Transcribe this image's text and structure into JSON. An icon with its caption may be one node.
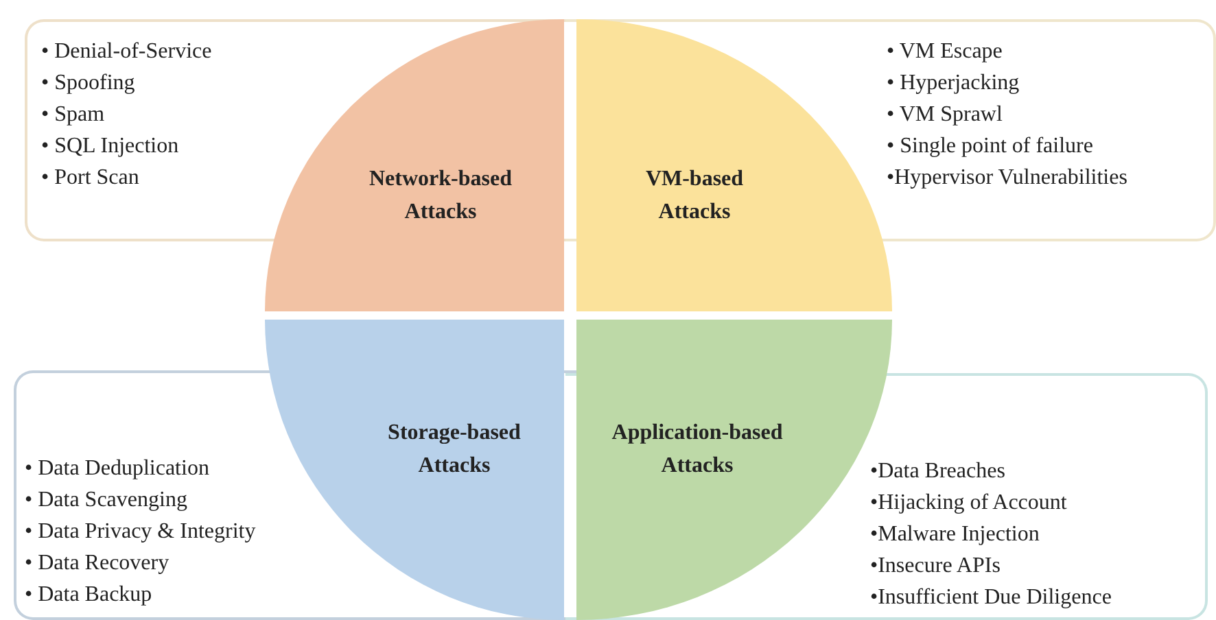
{
  "diagram": {
    "nodes": [
      {
        "text": [
          "• Denial-of-Service",
          "• Spoofing",
          "• Spam",
          "• SQL Injection",
          "• Port Scan"
        ]
      },
      {
        "text": [
          "Network-based Attacks"
        ]
      },
      {
        "text": [
          "VM-based Attacks"
        ]
      },
      {
        "text": [
          "• VM Escape",
          "• Hyperjacking",
          "• VM Sprawl",
          "• Single point of failure",
          "•Hypervisor Vulnerabilities"
        ]
      },
      {
        "text": [
          "Storage-based Attacks"
        ]
      },
      {
        "text": [
          "• Data Deduplication",
          "• Data Scavenging",
          "• Data Privacy & Integrity",
          "• Data Recovery",
          "• Data Backup"
        ]
      },
      {
        "text": [
          "Application-based Attacks"
        ]
      },
      {
        "text": [
          "•Data Breaches",
          "•Hijacking of Account",
          "•Malware Injection",
          "•Insecure APIs",
          "•Insufficient Due Diligence"
        ]
      }
    ]
  }
}
